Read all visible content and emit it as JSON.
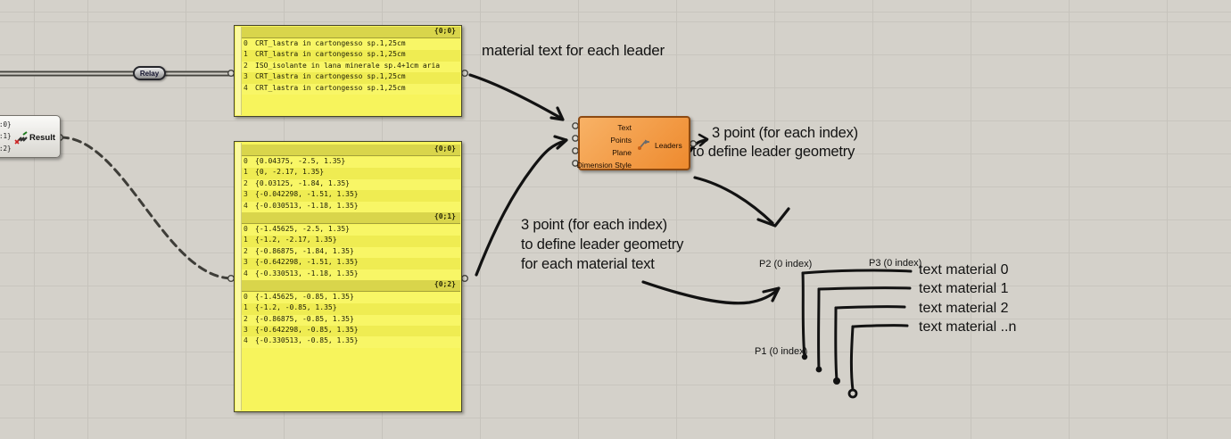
{
  "colors": {
    "canvas_bg": "#d4d1ca",
    "grid_line": "#c6c3bc",
    "panel_yellow": "#f7f45c",
    "panel_header_yellow": "#d9d54b",
    "component_orange": "#ee8a2e",
    "component_border": "#8d4a12",
    "ink": "#121212",
    "wire": "#45443e"
  },
  "relay": {
    "label": "Relay"
  },
  "result_node": {
    "label": "Result",
    "paths": [
      ":0}",
      ":1}",
      ":2}"
    ],
    "icon": "sort-steps-icon"
  },
  "text_panel": {
    "header": "{0;0}",
    "rows": [
      "CRT_lastra in cartongesso sp.1,25cm",
      "CRT_lastra in cartongesso sp.1,25cm",
      "ISO_isolante in lana minerale sp.4+1cm aria",
      "CRT_lastra in cartongesso sp.1,25cm",
      "CRT_lastra in cartongesso sp.1,25cm"
    ]
  },
  "points_panel": {
    "s0": {
      "header": "{0;0}",
      "rows": [
        "{0.04375, -2.5, 1.35}",
        "{0, -2.17, 1.35}",
        "{0.03125, -1.84, 1.35}",
        "{-0.042298, -1.51, 1.35}",
        "{-0.030513, -1.18, 1.35}"
      ]
    },
    "s1": {
      "header": "{0;1}",
      "rows": [
        "{-1.45625, -2.5, 1.35}",
        "{-1.2, -2.17, 1.35}",
        "{-0.86875, -1.84, 1.35}",
        "{-0.642298, -1.51, 1.35}",
        "{-0.330513, -1.18, 1.35}"
      ]
    },
    "s2": {
      "header": "{0;2}",
      "rows": [
        "{-1.45625, -0.85, 1.35}",
        "{-1.2, -0.85, 1.35}",
        "{-0.86875, -0.85, 1.35}",
        "{-0.642298, -0.85, 1.35}",
        "{-0.330513, -0.85, 1.35}"
      ]
    }
  },
  "component": {
    "inputs": [
      "Text",
      "Points",
      "Plane",
      "Dimension Style"
    ],
    "output_label": "Leaders",
    "icon": "leader-arrow-icon"
  },
  "annotations": {
    "material_text": "material text for each leader",
    "right_line1": "3 point (for each index)",
    "right_line2": "to define leader geometry",
    "mid_line1": "3 point (for each index)",
    "mid_line2": "to define leader geometry",
    "mid_line3": "for each material text"
  },
  "sketch": {
    "p1_label": "P1 (0 index)",
    "p2_label": "P2 (0 index)",
    "p3_label": "P3 (0 index)",
    "materials": [
      "text material 0",
      "text material 1",
      "text material 2",
      "text material ..n"
    ]
  }
}
